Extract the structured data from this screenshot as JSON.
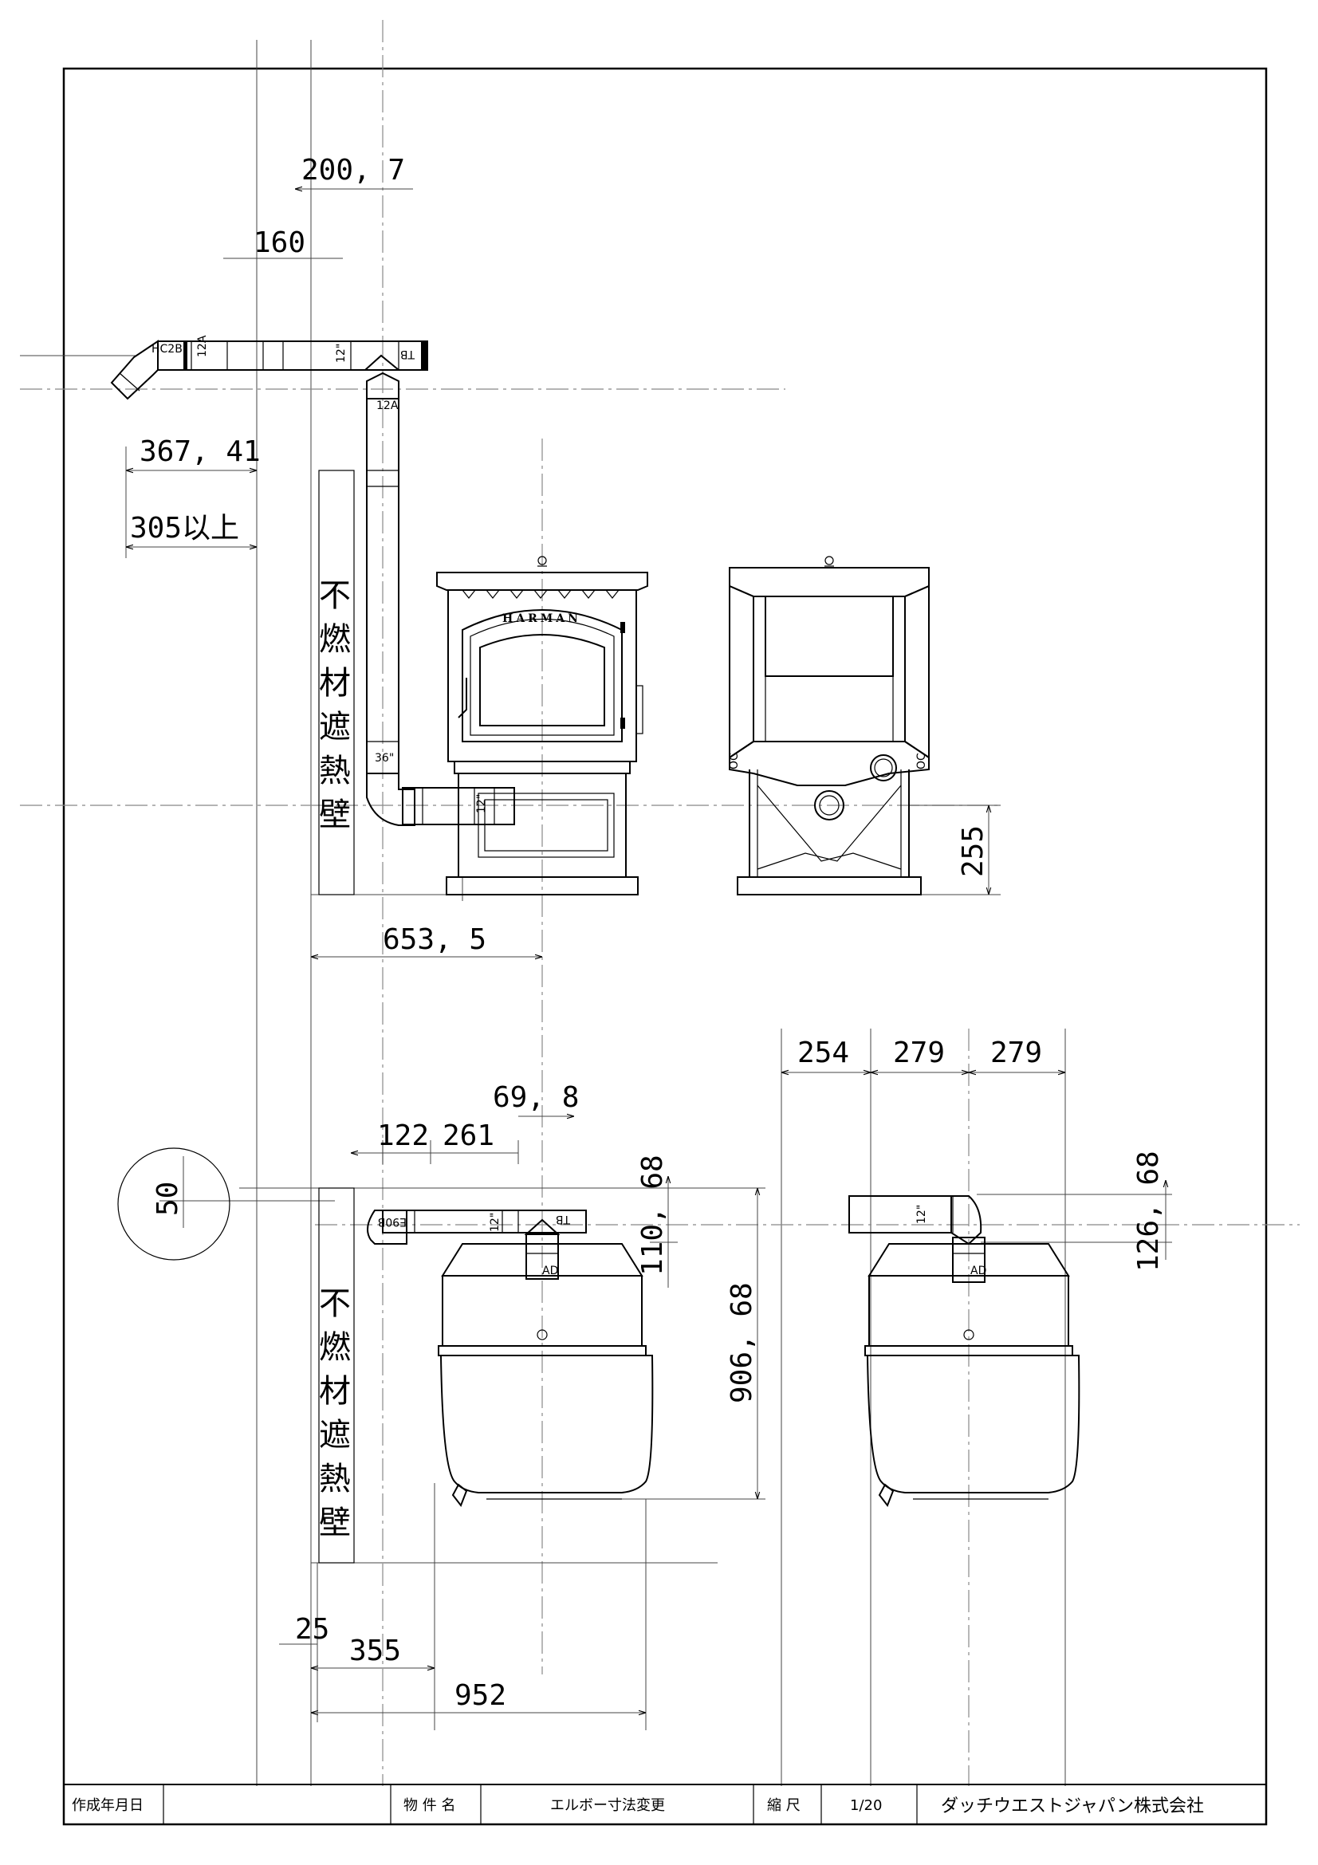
{
  "dimensions": {
    "d_200_7": "200, 7",
    "d_160": "160",
    "d_367_41": "367, 41",
    "d_305": "305以上",
    "d_255": "255",
    "d_653_5": "653, 5",
    "d_254": "254",
    "d_279a": "279",
    "d_279b": "279",
    "d_69_8": "69, 8",
    "d_122": "122",
    "d_261": "261",
    "d_50": "50",
    "d_110_68": "110, 68",
    "d_906_68": "906, 68",
    "d_126_68": "126, 68",
    "d_25": "25",
    "d_355": "355",
    "d_952": "952"
  },
  "labels": {
    "hc2b": "HC2B",
    "l12a_top": "12A",
    "l12in_top": "12\"",
    "tb_top": "TB",
    "l12a_vert": "12A",
    "l36in": "36\"",
    "l12in_side": "12\"",
    "e90b": "E90B",
    "l12in_plan": "12\"",
    "tb_plan": "TB",
    "ad_plan1": "AD",
    "l12in_plan2": "12\"",
    "ad_plan2": "AD",
    "oc_left": "OC",
    "oc_right": "OC",
    "brand": "HARMAN"
  },
  "walls": {
    "upper": [
      "不",
      "燃",
      "材",
      "遮",
      "熱",
      "壁"
    ],
    "lower": [
      "不",
      "燃",
      "材",
      "遮",
      "熱",
      "壁"
    ]
  },
  "title_block": {
    "date_label": "作成年月日",
    "date_value": "",
    "name_label": "物 件 名",
    "name_value": "エルボー寸法変更",
    "scale_label": "縮 尺",
    "scale_value": "1/20",
    "company": "ダッチウエストジャパン株式会社"
  }
}
